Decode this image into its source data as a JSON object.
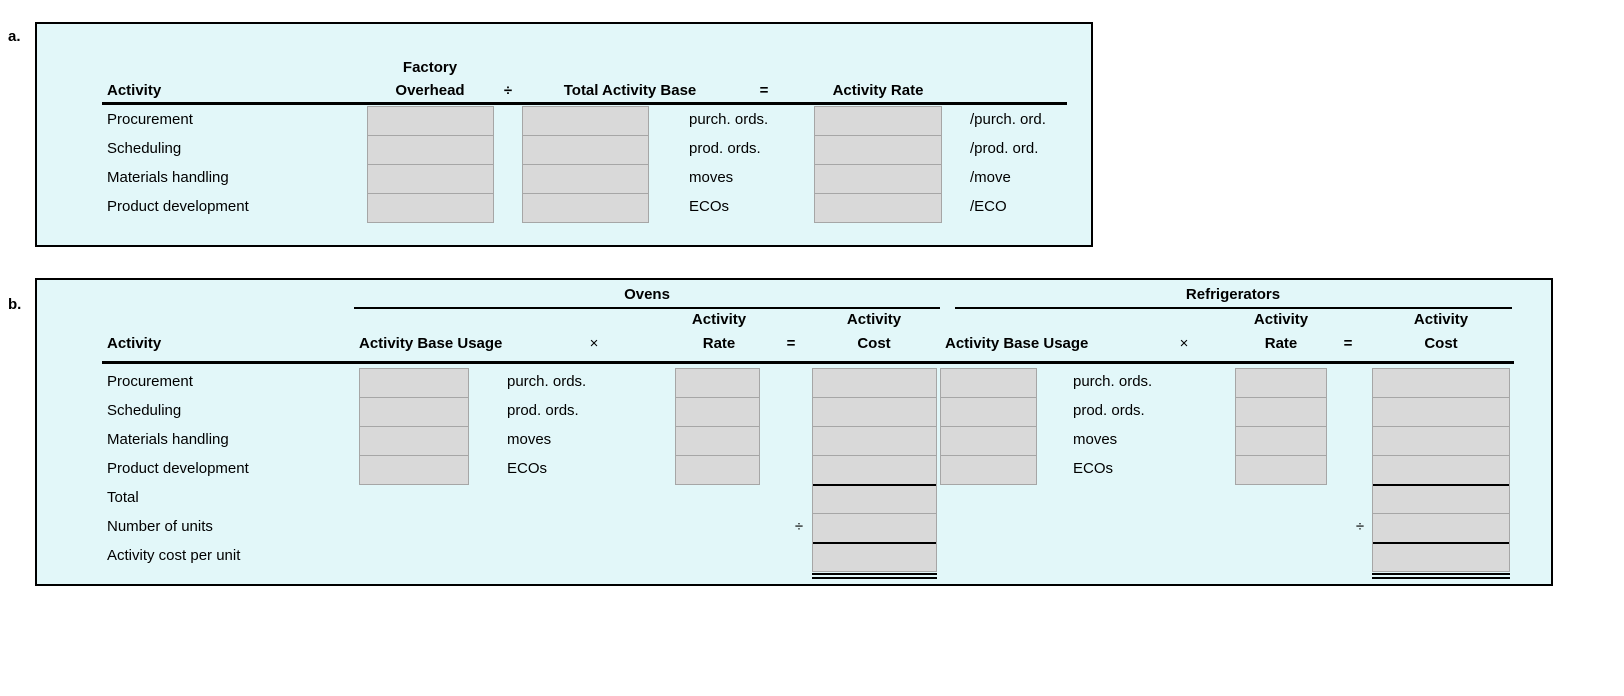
{
  "colors": {
    "worksheet_background": "#e2f7f9",
    "input_cell_fill": "#d9d9d9",
    "input_cell_border": "#a6a6a6",
    "rule_color": "#000000"
  },
  "panel_a": {
    "label": "a.",
    "headers": {
      "activity": "Activity",
      "factory_overhead_line1": "Factory",
      "factory_overhead_line2": "Overhead",
      "divide_sign": "÷",
      "total_activity_base": "Total Activity Base",
      "equals_sign": "=",
      "activity_rate": "Activity Rate"
    },
    "rows": [
      {
        "activity": "Procurement",
        "base_unit": "purch. ords.",
        "rate_unit": "/purch. ord."
      },
      {
        "activity": "Scheduling",
        "base_unit": "prod. ords.",
        "rate_unit": "/prod. ord."
      },
      {
        "activity": "Materials handling",
        "base_unit": "moves",
        "rate_unit": "/move"
      },
      {
        "activity": "Product development",
        "base_unit": "ECOs",
        "rate_unit": "/ECO"
      }
    ]
  },
  "panel_b": {
    "label": "b.",
    "ovens": {
      "title": "Ovens"
    },
    "refrigerators": {
      "title": "Refrigerators"
    },
    "headers": {
      "activity": "Activity",
      "activity_base_usage": "Activity Base Usage",
      "multiply_sign": "×",
      "activity_rate_line1": "Activity",
      "activity_rate_line2": "Rate",
      "equals_sign": "=",
      "activity_cost_line1": "Activity",
      "activity_cost_line2": "Cost"
    },
    "activity_rows": [
      {
        "activity": "Procurement",
        "base_unit": "purch. ords."
      },
      {
        "activity": "Scheduling",
        "base_unit": "prod. ords."
      },
      {
        "activity": "Materials handling",
        "base_unit": "moves"
      },
      {
        "activity": "Product development",
        "base_unit": "ECOs"
      }
    ],
    "summary_rows": [
      {
        "label": "Total"
      },
      {
        "label": "Number of units",
        "divide_sign": "÷"
      },
      {
        "label": "Activity cost per unit"
      }
    ]
  }
}
